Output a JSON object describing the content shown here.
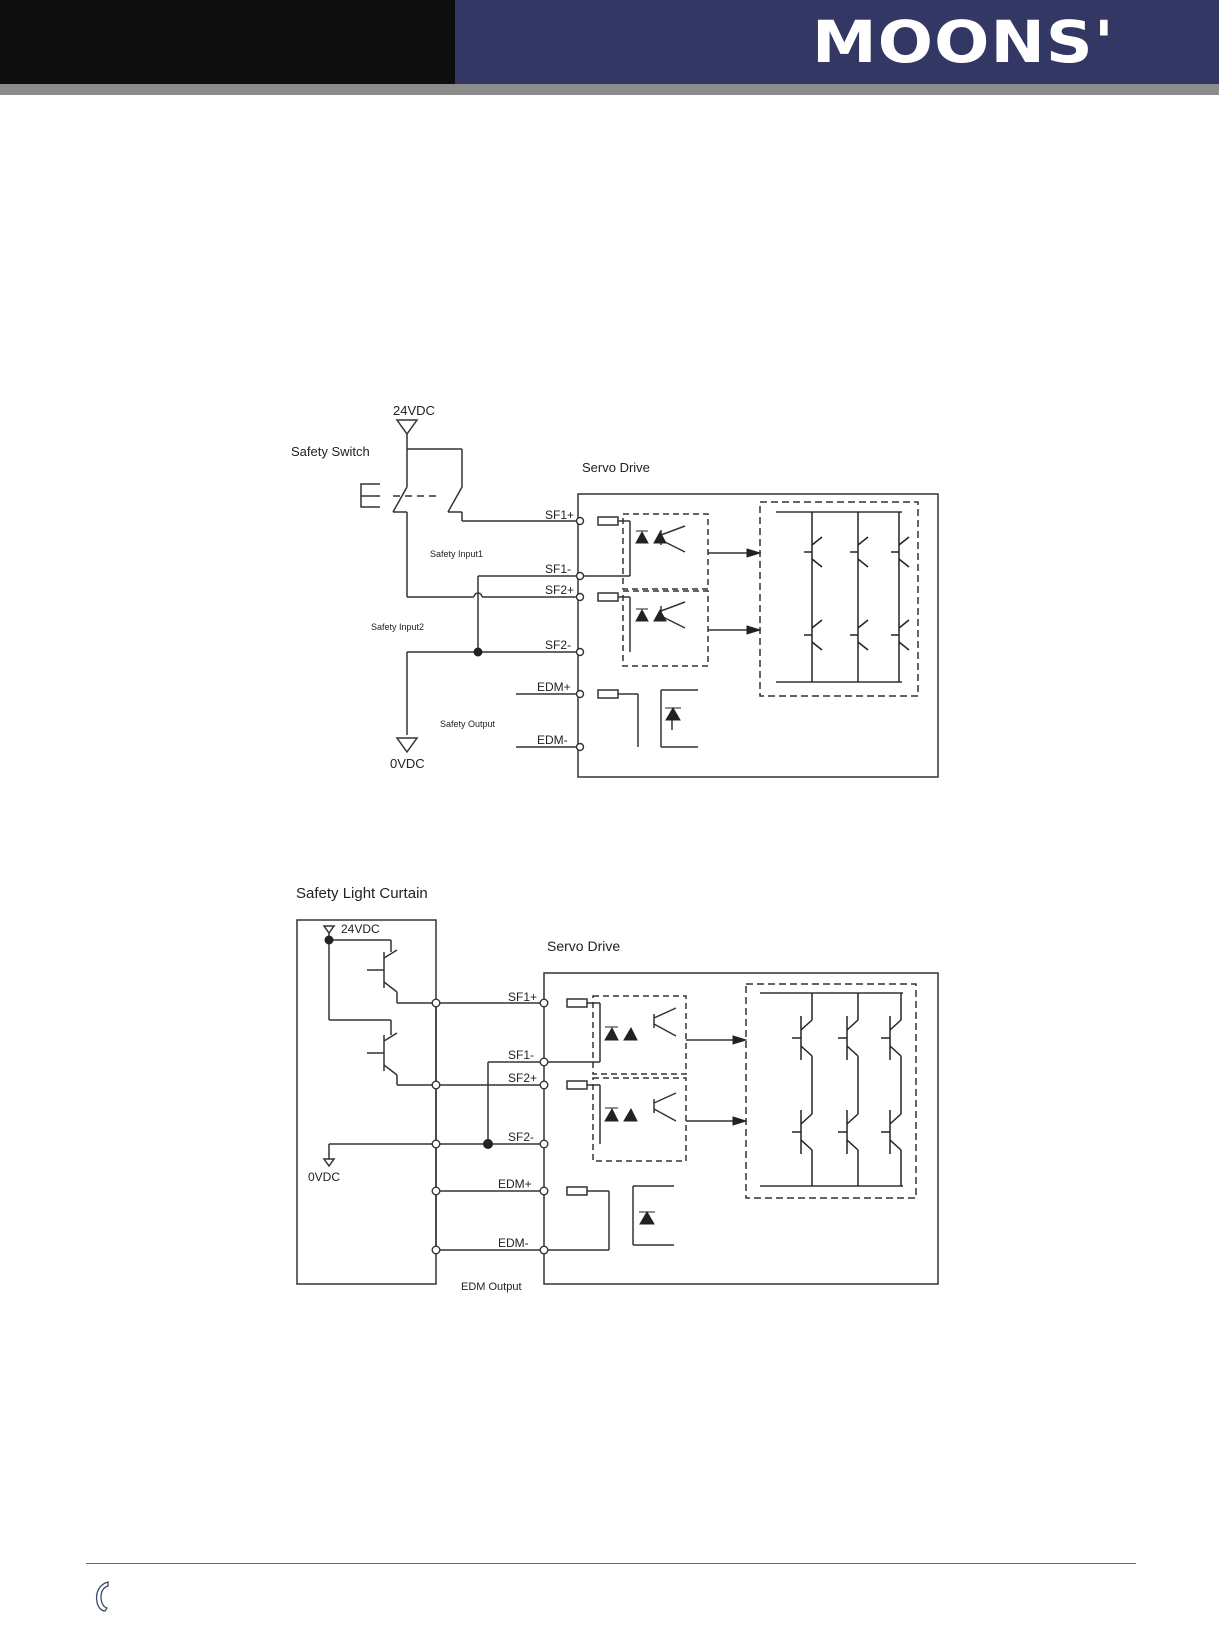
{
  "header": {
    "brand": "MOONS'",
    "colors": {
      "left": "#0e0e0e",
      "right": "#333764",
      "bar": "#8c8c8c"
    }
  },
  "diagram1": {
    "supply_label": "24VDC",
    "switch_label": "Safety Switch",
    "drive_label": "Servo Drive",
    "terminals": {
      "sf1p": "SF1+",
      "sf1m": "SF1-",
      "sf2p": "SF2+",
      "sf2m": "SF2-",
      "edmp": "EDM+",
      "edmm": "EDM-"
    },
    "input1_label": "Safety Input1",
    "input2_label": "Safety Input2",
    "output_label": "Safety Output",
    "ground_label": "0VDC"
  },
  "diagram2": {
    "curtain_label": "Safety Light Curtain",
    "supply_label": "24VDC",
    "drive_label": "Servo Drive",
    "terminals": {
      "sf1p": "SF1+",
      "sf1m": "SF1-",
      "sf2p": "SF2+",
      "sf2m": "SF2-",
      "edmp": "EDM+",
      "edmm": "EDM-"
    },
    "ground_label": "0VDC",
    "edm_label": "EDM Output"
  },
  "footer": {
    "icon": "phone-icon"
  }
}
